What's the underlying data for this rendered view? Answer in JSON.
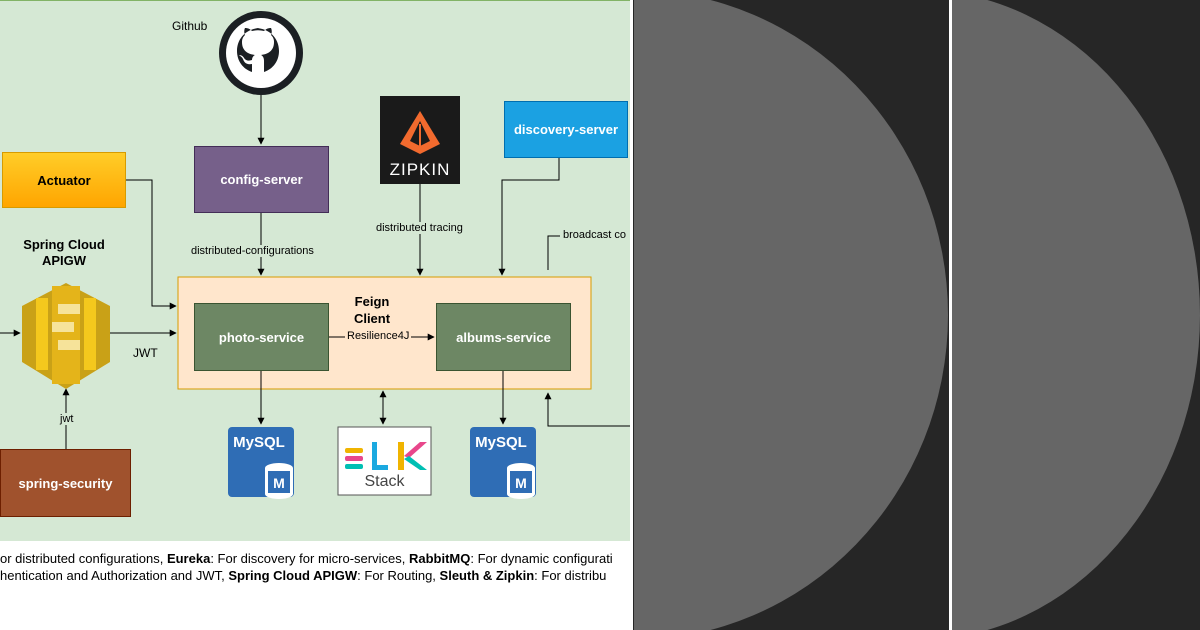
{
  "diagram": {
    "nodes": {
      "github": "Github",
      "config_server": "config-server",
      "discovery_server": "discovery-server",
      "actuator": "Actuator",
      "apigw_title": "Spring Cloud APIGW",
      "photo_service": "photo-service",
      "albums_service": "albums-service",
      "feign_client": "Feign Client",
      "spring_security": "spring-security",
      "zipkin": "ZIPKIN",
      "mysql_left": "MySQL",
      "mysql_right": "MySQL",
      "mysql_badge": "M",
      "elk_stack": "Stack"
    },
    "edges": {
      "distributed_configurations": "distributed-configurations",
      "distributed_tracing": "distributed tracing",
      "broadcast": "broadcast co",
      "resilience4j": "Resilience4J",
      "jwt_upper": "JWT",
      "jwt_lower": "jwt"
    },
    "caption": {
      "line1": [
        {
          "text": "or distributed configurations, ",
          "bold": false
        },
        {
          "text": "Eureka",
          "bold": true
        },
        {
          "text": ": For discovery for micro-services, ",
          "bold": false
        },
        {
          "text": "RabbitMQ",
          "bold": true
        },
        {
          "text": ": For dynamic configurati",
          "bold": false
        }
      ],
      "line2": [
        {
          "text": "hentication and Authorization and JWT, ",
          "bold": false
        },
        {
          "text": "Spring Cloud APIGW",
          "bold": true
        },
        {
          "text": ": For Routing,  ",
          "bold": false
        },
        {
          "text": "Sleuth & Zipkin",
          "bold": true
        },
        {
          "text": ": For distribu",
          "bold": false
        }
      ]
    }
  },
  "colors": {
    "config_server": "#76608a",
    "discovery_server": "#1ba1e2",
    "actuator": "#ffcd28",
    "service": "#6d8764",
    "security": "#a0522d",
    "feign_area": "#ffe6cc",
    "mysql": "#2f6db5",
    "zipkin_orange": "#f26a2e",
    "apigw_gold": "#e4b41a"
  }
}
